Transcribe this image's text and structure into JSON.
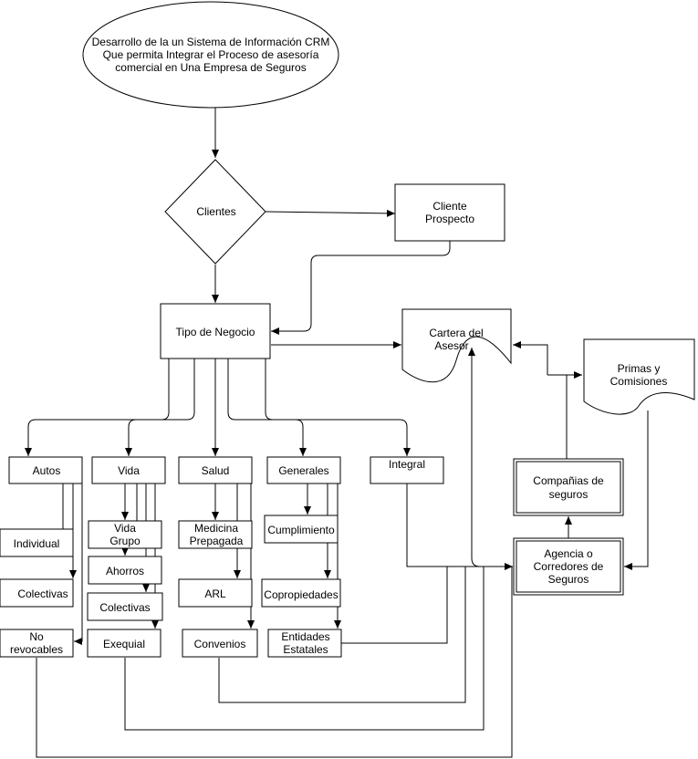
{
  "diagram": {
    "title_lines": [
      "Desarrollo de la un Sistema de Información CRM",
      "Que permita Integrar el Proceso de asesoría",
      "comercial en Una Empresa de Seguros"
    ],
    "clientes": "Clientes",
    "cliente_prospecto": [
      "Cliente",
      "Prospecto"
    ],
    "tipo_negocio": "Tipo de Negocio",
    "cartera_asesor": [
      "Cartera del",
      "Asesor"
    ],
    "primas_comisiones": [
      "Primas y",
      "Comisiones"
    ],
    "companias_seguros": [
      "Compañias de",
      "seguros"
    ],
    "agencia_corredores": [
      "Agencia o",
      "Corredores de",
      "Seguros"
    ],
    "categories": {
      "autos": "Autos",
      "vida": "Vida",
      "salud": "Salud",
      "generales": "Generales",
      "integral": "Integral"
    },
    "autos_items": {
      "individual": "Individual",
      "colectivas": "Colectivas",
      "no_revocables": [
        "No",
        "revocables"
      ]
    },
    "vida_items": {
      "vida_grupo": [
        "Vida",
        "Grupo"
      ],
      "ahorros": "Ahorros",
      "colectivas": "Colectivas",
      "exequial": "Exequial"
    },
    "salud_items": {
      "medicina_prepagada": [
        "Medicina",
        "Prepagada"
      ],
      "arl": "ARL",
      "convenios": "Convenios"
    },
    "generales_items": {
      "cumplimiento": "Cumplimiento",
      "copropiedades": "Copropiedades",
      "entidades_estatales": [
        "Entidades",
        "Estatales"
      ]
    }
  }
}
